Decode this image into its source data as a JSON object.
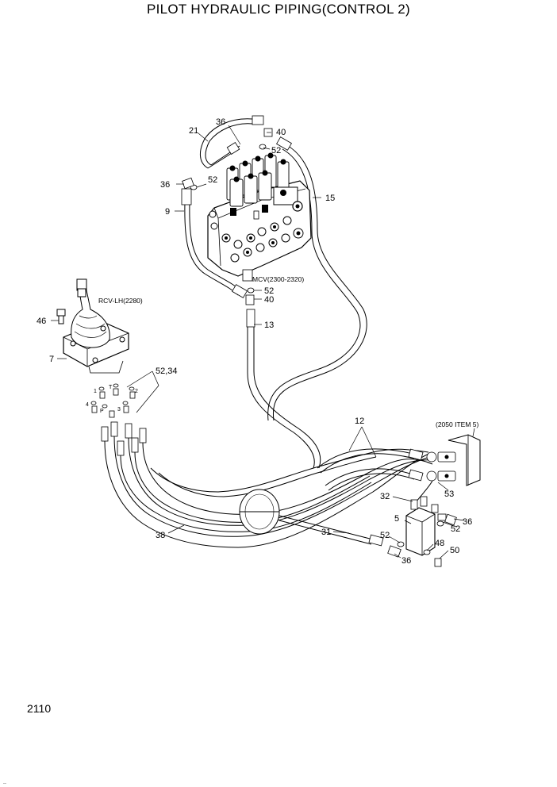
{
  "title": "PILOT HYDRAULIC PIPING(CONTROL 2)",
  "page_number": "2110",
  "corner_mark": "..",
  "component_labels": {
    "mcv": "MCV(2300-2320)",
    "rcv": "RCV-LH(2280)",
    "bracket_ref": "(2050 ITEM 5)"
  },
  "port_labels": [
    "1",
    "T",
    "2",
    "4",
    "P",
    "3"
  ],
  "callouts": {
    "c21": "21",
    "c36_top": "36",
    "c40_top": "40",
    "c52_top": "52",
    "c36_left": "36",
    "c52_left": "52",
    "c15": "15",
    "c9": "9",
    "c52_mid": "52",
    "c40_mid": "40",
    "c13": "13",
    "c46": "46",
    "c7": "7",
    "c52_34": "52,34",
    "c12": "12",
    "c53": "53",
    "c32": "32",
    "c52_right": "52",
    "c36_right": "36",
    "c5": "5",
    "c31": "31",
    "c52_bottom": "52",
    "c48": "48",
    "c50": "50",
    "c36_bottom": "36",
    "c38": "38"
  }
}
